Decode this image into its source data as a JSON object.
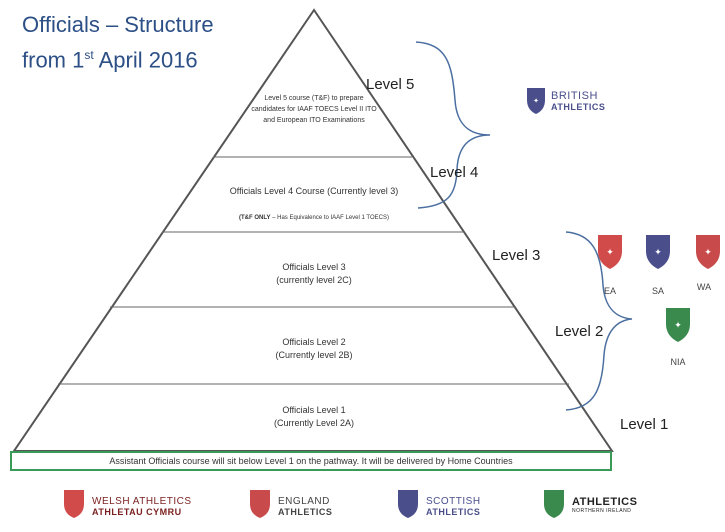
{
  "title": {
    "line1": "Officials – Structure",
    "line2_prefix": "from 1",
    "line2_sup": "st",
    "line2_suffix": " April 2016"
  },
  "levels": {
    "level5": "Level 5",
    "level4": "Level 4",
    "level3": "Level 3",
    "level2": "Level 2",
    "level1": "Level 1"
  },
  "tiers": {
    "level5": "Level 5 course (T&F) to prepare candidates for IAAF TOECS Level II ITO and European ITO Examinations",
    "level4_main": "Officials Level 4 Course (Currently level 3)",
    "level4_note_bold": "(T&F ONLY",
    "level4_note_rest": " – Has Equivalence to IAAF Level 1 TOECS)",
    "level3_line1": "Officials Level 3",
    "level3_line2": "(currently level 2C)",
    "level2_line1": "Officials Level 2",
    "level2_line2": "(Currently level 2B)",
    "level1_line1": "Officials Level 1",
    "level1_line2": "(Currently Level 2A)"
  },
  "footer_text": "Assistant Officials course will sit below Level 1 on the pathway.  It will be delivered by Home Countries",
  "governing_bodies": {
    "british": {
      "line1": "BRITISH",
      "line2": "ATHLETICS"
    },
    "ea": "EA",
    "sa": "SA",
    "wa": "WA",
    "nia": "NIA"
  },
  "footer_logos": {
    "welsh": {
      "line1": "WELSH ATHLETICS",
      "line2": "ATHLETAU CYMRU"
    },
    "england": {
      "line1": "ENGLAND",
      "line2": "ATHLETICS"
    },
    "scottish": {
      "line1": "SCOTTISH",
      "line2": "ATHLETICS"
    },
    "ni": {
      "line1": "ATHLETICS",
      "line2": "NORTHERN IRELAND"
    }
  },
  "colors": {
    "title": "#2c4f86",
    "outline": "#555555",
    "footer_border": "#3a9a58",
    "ea_crest": "#d24b4b",
    "sa_crest": "#4a4f8c",
    "wa_crest": "#c94a4a",
    "nia_crest": "#3a8a4e",
    "british_crest": "#4a4f8c"
  },
  "icons": [
    "crest-icon",
    "brace-icon"
  ]
}
